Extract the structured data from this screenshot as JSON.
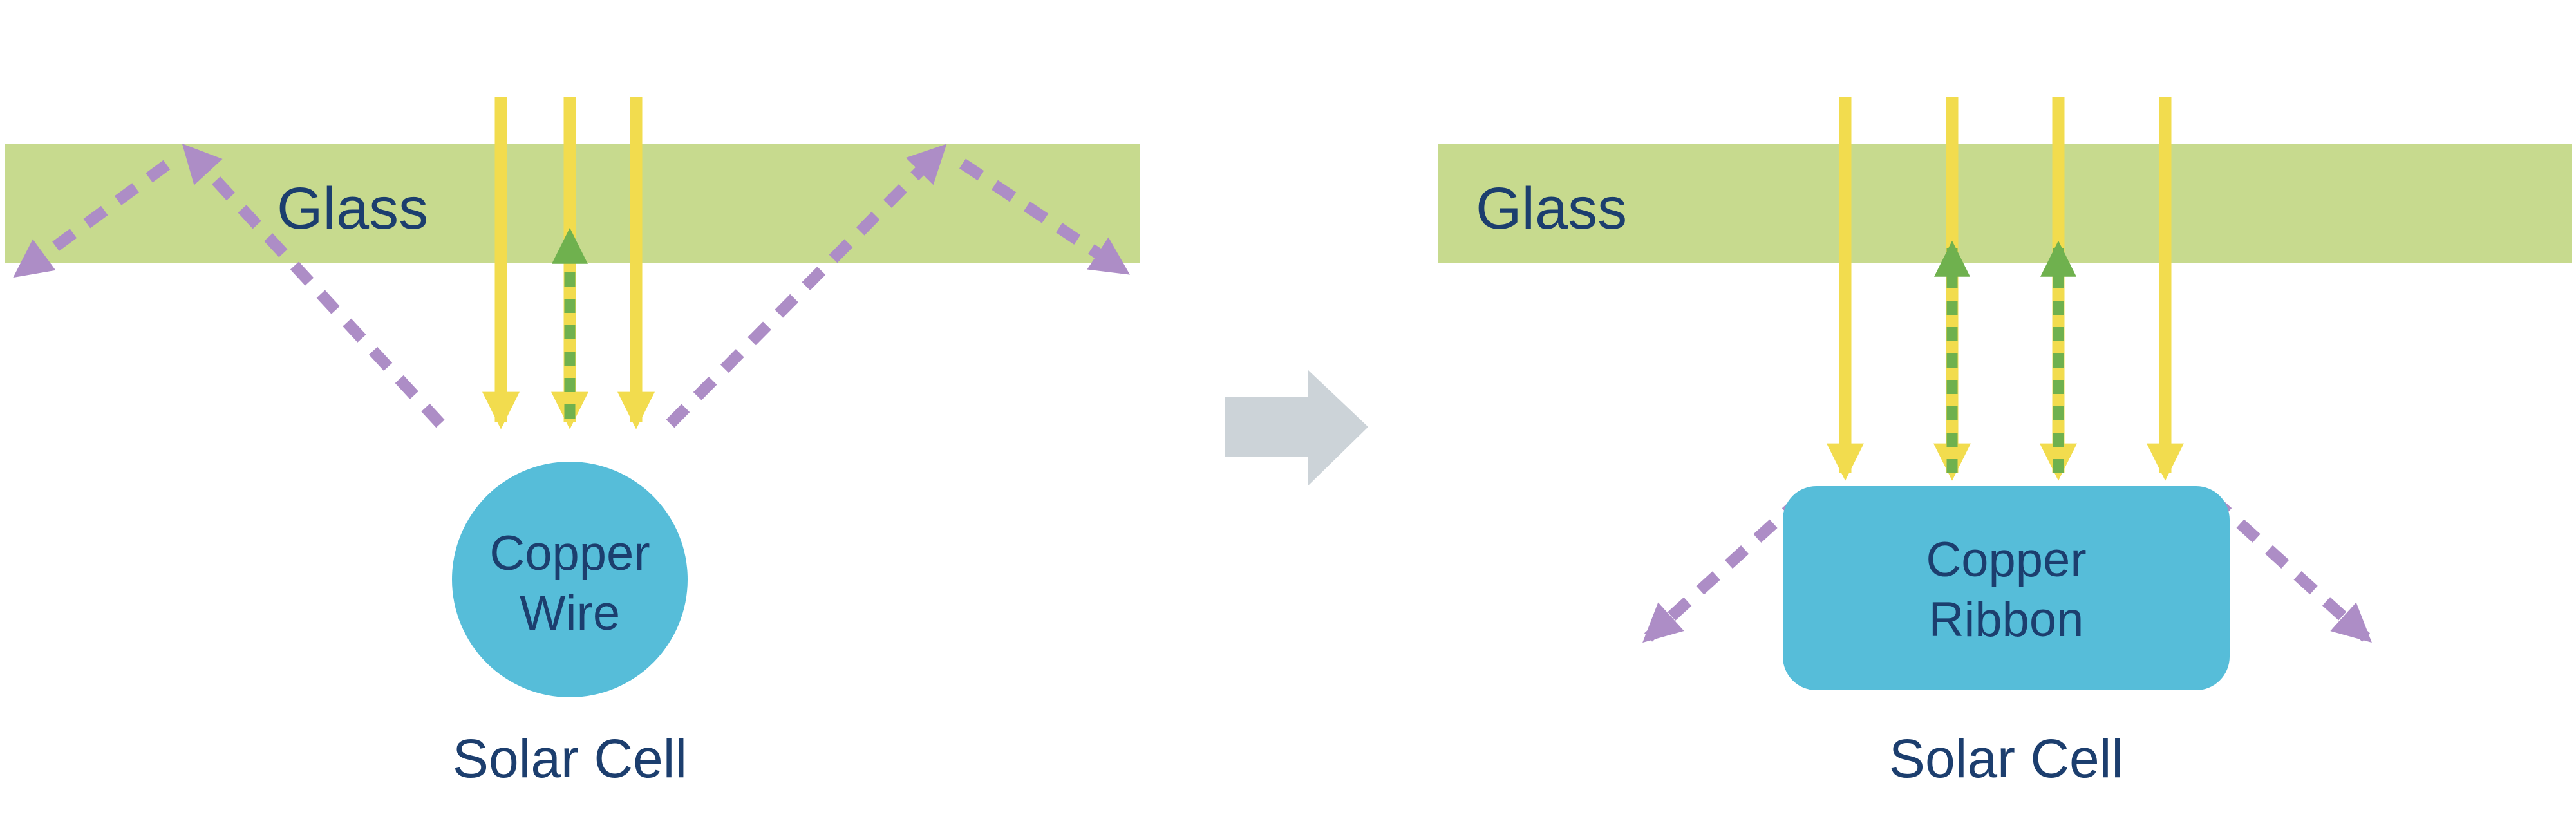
{
  "colors": {
    "glass": "#c7da8e",
    "sunlight_yellow": "#f2dc4e",
    "reflected_green": "#6fb14e",
    "scattered_purple": "#ad8dc6",
    "copper_blue": "#56bdd9",
    "text_navy": "#1c3e6e",
    "transition_gray": "#ccd3d8"
  },
  "left_panel": {
    "glass_label": "Glass",
    "component_label_line1": "Copper",
    "component_label_line2": "Wire",
    "caption": "Solar Cell"
  },
  "right_panel": {
    "glass_label": "Glass",
    "component_label_line1": "Copper",
    "component_label_line2": "Ribbon",
    "caption": "Solar Cell"
  }
}
